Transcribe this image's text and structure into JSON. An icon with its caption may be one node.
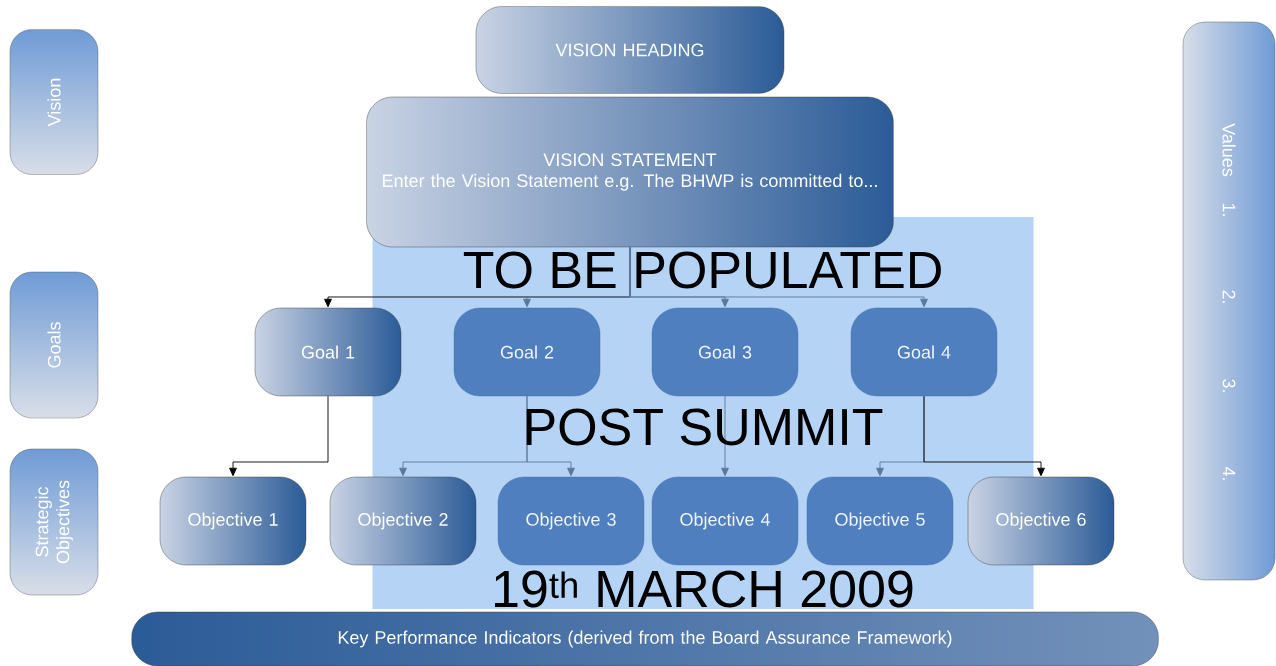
{
  "diagram": {
    "nodes": [
      {
        "text": [
          "Vision"
        ]
      },
      {
        "text": [
          "Goals"
        ]
      },
      {
        "text": [
          "Strategic Objectives"
        ]
      },
      {
        "text": [
          "Values",
          "1.",
          "2.",
          "3.",
          "4."
        ]
      },
      {
        "text": [
          "VISION HEADING"
        ]
      },
      {
        "text": [
          "VISION STATEMENT",
          "Enter the Vision Statement e.g. The BHWP is committed to..."
        ]
      },
      {
        "text": [
          "Goal 1"
        ]
      },
      {
        "text": [
          "Goal 2"
        ]
      },
      {
        "text": [
          "Goal 3"
        ]
      },
      {
        "text": [
          "Goal 4"
        ]
      },
      {
        "text": [
          "Objective 1"
        ]
      },
      {
        "text": [
          "Objective 2"
        ]
      },
      {
        "text": [
          "Objective 3"
        ]
      },
      {
        "text": [
          "Objective 4"
        ]
      },
      {
        "text": [
          "Objective 5"
        ]
      },
      {
        "text": [
          "Objective 6"
        ]
      },
      {
        "text": [
          "Key Performance Indicators (derived from the Board Assurance Framework)"
        ]
      },
      {
        "text": [
          "TO BE POPULATED",
          "POST SUMMIT",
          "19$^{th}$ MARCH 2009"
        ]
      }
    ],
    "edges": [
      {
        "from": 5,
        "to": 6,
        "arrow": "to",
        "color": "#000000"
      },
      {
        "from": 5,
        "to": 7,
        "arrow": "to"
      },
      {
        "from": 5,
        "to": 8,
        "arrow": "to"
      },
      {
        "from": 5,
        "to": 9,
        "arrow": "to"
      },
      {
        "from": 6,
        "to": 10,
        "arrow": "to",
        "color": "#000000"
      },
      {
        "from": 7,
        "to": 11,
        "arrow": "to"
      },
      {
        "from": 7,
        "to": 12,
        "arrow": "to"
      },
      {
        "from": 8,
        "to": 13,
        "arrow": "to"
      },
      {
        "from": 9,
        "to": 14,
        "arrow": "to"
      },
      {
        "from": 9,
        "to": 15,
        "arrow": "to",
        "color": "#000000"
      }
    ]
  }
}
